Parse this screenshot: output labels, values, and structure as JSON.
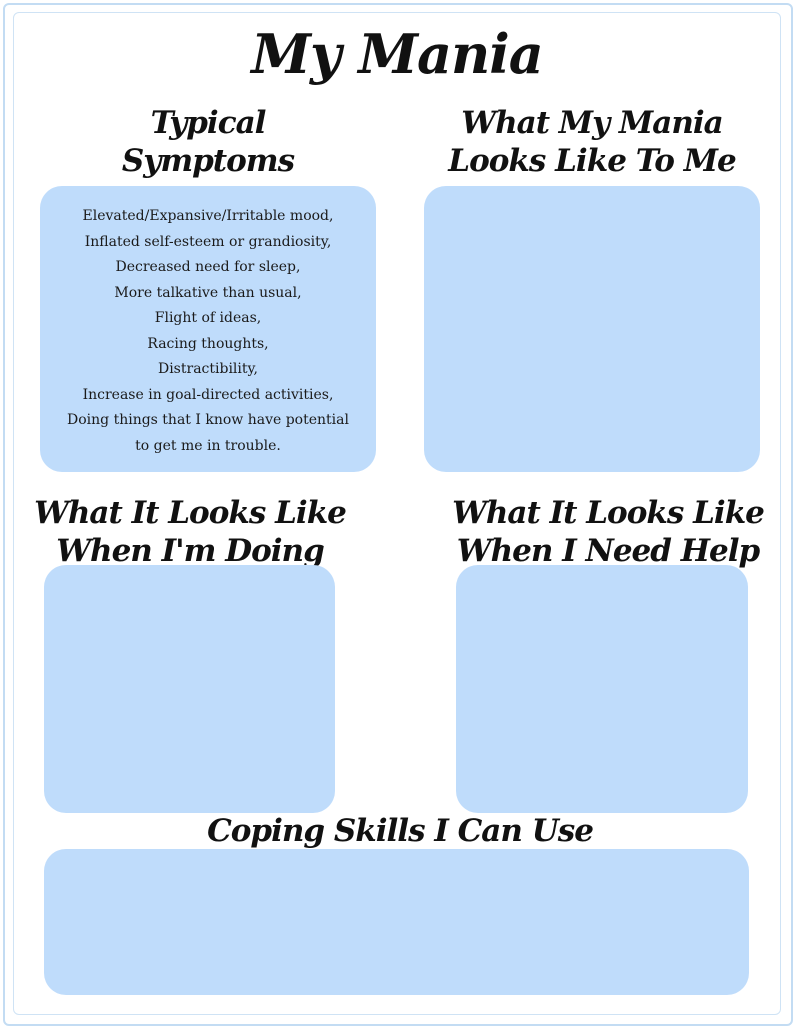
{
  "title": "My Mania",
  "sections": {
    "typical_symptoms": {
      "heading": [
        "Typical",
        "Symptoms"
      ],
      "lines": [
        "Elevated/Expansive/Irritable mood,",
        "Inflated self-esteem or grandiosity,",
        "Decreased need for sleep,",
        "More talkative than usual,",
        "Flight of ideas,",
        "Racing thoughts,",
        "Distractibility,",
        "Increase in goal-directed activities,",
        "Doing things that I know have potential",
        "to get me in trouble."
      ]
    },
    "looks_like_to_me": {
      "heading": [
        "What My Mania",
        "Looks Like To Me"
      ]
    },
    "doing_well": {
      "heading": [
        "What It Looks Like",
        "When I'm Doing Well"
      ]
    },
    "need_help": {
      "heading": [
        "What It Looks Like",
        "When I Need Help"
      ]
    },
    "coping_skills": {
      "heading": [
        "Coping Skills I Can Use"
      ]
    }
  },
  "colors": {
    "box_fill": "#bfdcfb",
    "frame_border": "#c3dcf3",
    "text": "#111111"
  }
}
